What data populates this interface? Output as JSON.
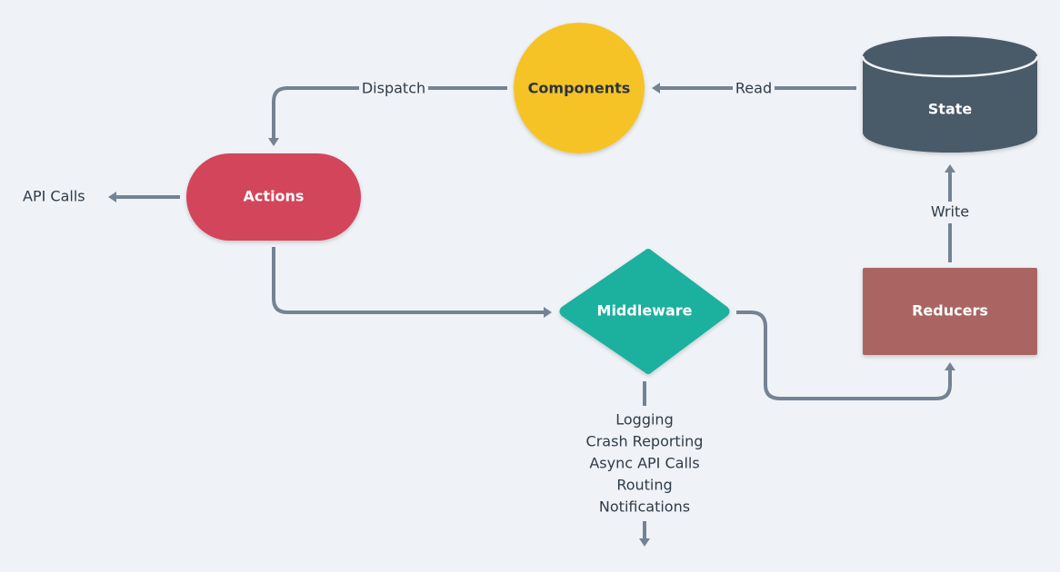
{
  "nodes": {
    "components": {
      "label": "Components",
      "color": "#f6c325",
      "text_color": "#2b3440"
    },
    "state": {
      "label": "State",
      "color": "#4a5a69",
      "text_color": "#ffffff"
    },
    "actions": {
      "label": "Actions",
      "color": "#d3445a",
      "text_color": "#ffffff"
    },
    "middleware": {
      "label": "Middleware",
      "color": "#1bb09f",
      "text_color": "#ffffff"
    },
    "reducers": {
      "label": "Reducers",
      "color": "#aa6562",
      "text_color": "#ffffff"
    }
  },
  "edges": {
    "dispatch": {
      "label": "Dispatch"
    },
    "read": {
      "label": "Read"
    },
    "write": {
      "label": "Write"
    },
    "api_calls": {
      "label": "API Calls"
    }
  },
  "middleware_uses": [
    "Logging",
    "Crash Reporting",
    "Async API Calls",
    "Routing",
    "Notifications"
  ],
  "colors": {
    "background": "#eff3f7",
    "connector": "#748394",
    "text": "#2f3b48"
  }
}
